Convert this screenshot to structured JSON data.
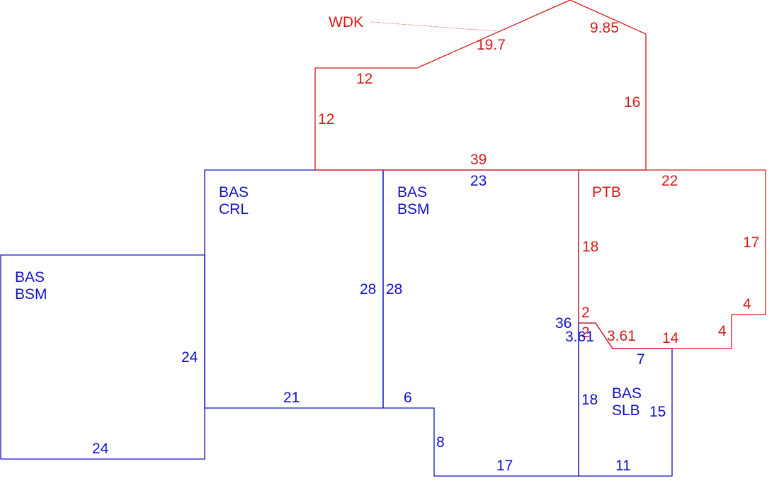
{
  "colors": {
    "main": "#1010c8",
    "addition": "#d81818"
  },
  "areas": [
    {
      "id": "bas-bsm-left",
      "color": "main",
      "code": "BAS",
      "type": "BSM"
    },
    {
      "id": "bas-crl",
      "color": "main",
      "code": "BAS",
      "type": "CRL"
    },
    {
      "id": "bas-bsm-center",
      "color": "main",
      "code": "BAS",
      "type": "BSM"
    },
    {
      "id": "bas-slb",
      "color": "main",
      "code": "BAS",
      "type": "SLB"
    },
    {
      "id": "ptb",
      "color": "addition",
      "code": "PTB",
      "type": ""
    },
    {
      "id": "wdk",
      "color": "addition",
      "code": "WDK",
      "type": ""
    }
  ],
  "dimensions": [
    {
      "id": "wdk-19.7",
      "color": "addition",
      "text": "19.7"
    },
    {
      "id": "wdk-9.85",
      "color": "addition",
      "text": "9.85"
    },
    {
      "id": "wdk-12-top",
      "color": "addition",
      "text": "12"
    },
    {
      "id": "wdk-12-left",
      "color": "addition",
      "text": "12"
    },
    {
      "id": "wdk-16",
      "color": "addition",
      "text": "16"
    },
    {
      "id": "wdk-39",
      "color": "addition",
      "text": "39"
    },
    {
      "id": "ptb-22",
      "color": "addition",
      "text": "22"
    },
    {
      "id": "ptb-17",
      "color": "addition",
      "text": "17"
    },
    {
      "id": "ptb-18",
      "color": "addition",
      "text": "18"
    },
    {
      "id": "ptb-4-upper",
      "color": "addition",
      "text": "4"
    },
    {
      "id": "ptb-4-lower",
      "color": "addition",
      "text": "4"
    },
    {
      "id": "ptb-2",
      "color": "addition",
      "text": "2"
    },
    {
      "id": "ptb-2-overlap",
      "color": "addition",
      "text": "2"
    },
    {
      "id": "ptb-3.61",
      "color": "addition",
      "text": "3.61"
    },
    {
      "id": "ptb-14",
      "color": "addition",
      "text": "14"
    },
    {
      "id": "bsm-23",
      "color": "main",
      "text": "23"
    },
    {
      "id": "crl-28",
      "color": "main",
      "text": "28"
    },
    {
      "id": "bsm-28",
      "color": "main",
      "text": "28"
    },
    {
      "id": "left-24-right",
      "color": "main",
      "text": "24"
    },
    {
      "id": "left-24-bottom",
      "color": "main",
      "text": "24"
    },
    {
      "id": "crl-21",
      "color": "main",
      "text": "21"
    },
    {
      "id": "bsm-6",
      "color": "main",
      "text": "6"
    },
    {
      "id": "bsm-8",
      "color": "main",
      "text": "8"
    },
    {
      "id": "bsm-17",
      "color": "main",
      "text": "17"
    },
    {
      "id": "bsm-36",
      "color": "main",
      "text": "36"
    },
    {
      "id": "slb-3.61",
      "color": "main",
      "text": "3.61"
    },
    {
      "id": "slb-7",
      "color": "main",
      "text": "7"
    },
    {
      "id": "slb-18",
      "color": "main",
      "text": "18"
    },
    {
      "id": "slb-15",
      "color": "main",
      "text": "15"
    },
    {
      "id": "slb-11",
      "color": "main",
      "text": "11"
    }
  ]
}
